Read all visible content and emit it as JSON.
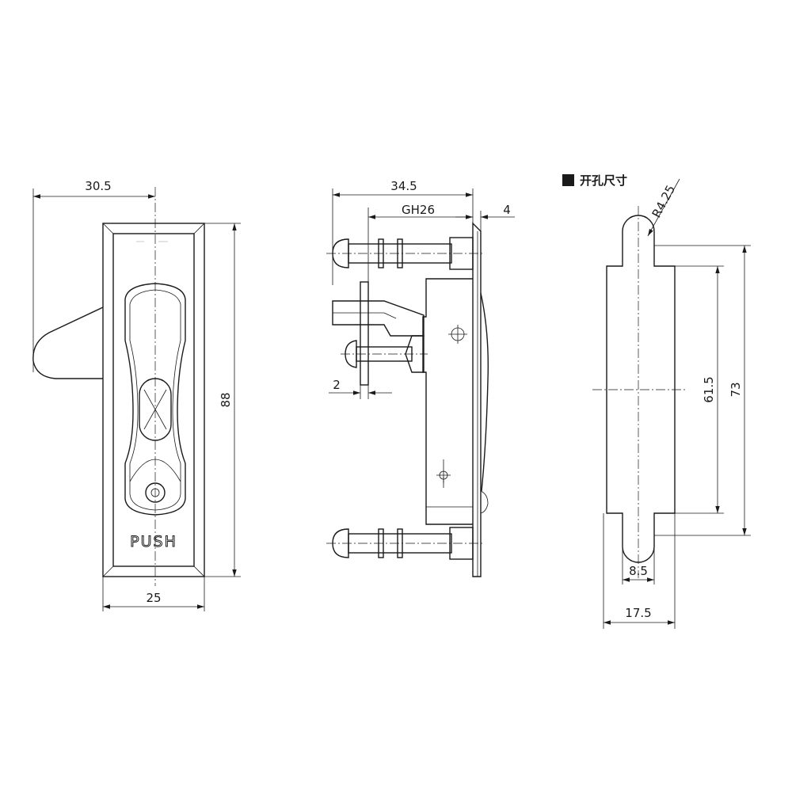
{
  "front_view": {
    "width_top": "30.5",
    "height": "88",
    "width_bottom": "25",
    "push_label": "PUSH"
  },
  "side_view": {
    "length": "34.5",
    "thread": "GH26",
    "plate": "4",
    "offset": "2"
  },
  "cutout": {
    "title": "开孔尺寸",
    "radius": "R4.25",
    "inner_height": "61.5",
    "outer_height": "73",
    "neck_width": "8.5",
    "total_width": "17.5"
  }
}
